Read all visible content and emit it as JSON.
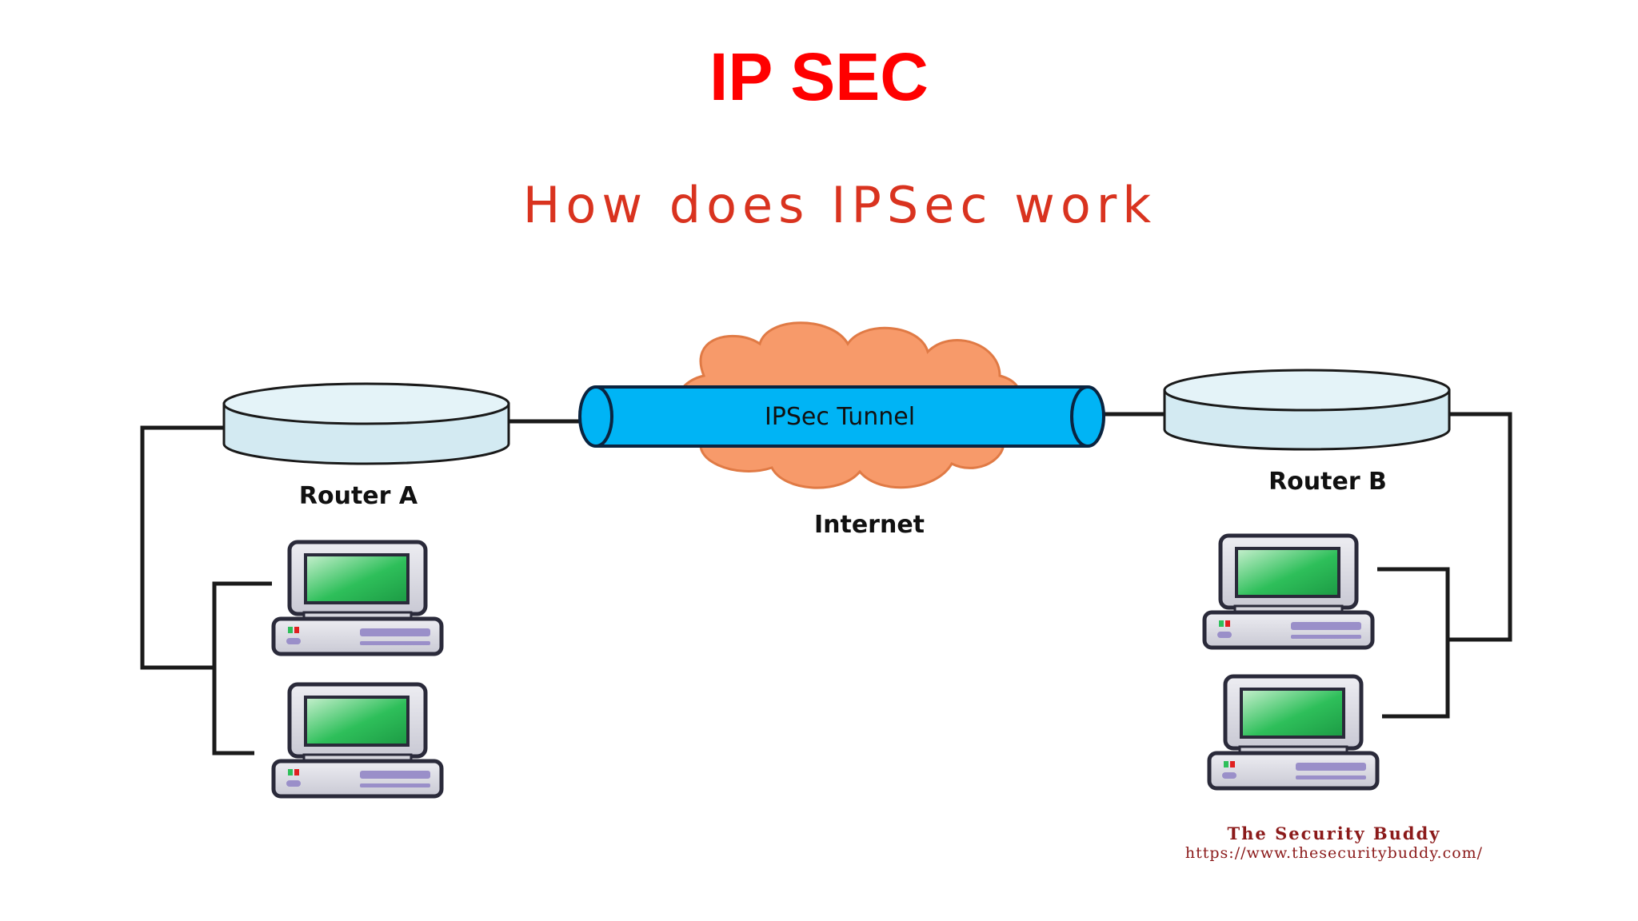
{
  "slide": {
    "title": "IP SEC"
  },
  "diagram": {
    "heading": "How does IPSec work",
    "tunnel_label": "IPSec Tunnel",
    "cloud_label": "Internet",
    "router_a_label": "Router A",
    "router_b_label": "Router B",
    "credit_name": "The Security Buddy",
    "credit_url": "https://www.thesecuritybuddy.com/"
  },
  "colors": {
    "title": "#ff0000",
    "heading": "#d9331f",
    "tunnel": "#00b4f5",
    "cloud": "#f79a6a",
    "router": "#d3eaf2",
    "screen": "#2ebf5a",
    "credit": "#8b1a1a",
    "computer_accent": "#9a8fc9"
  }
}
